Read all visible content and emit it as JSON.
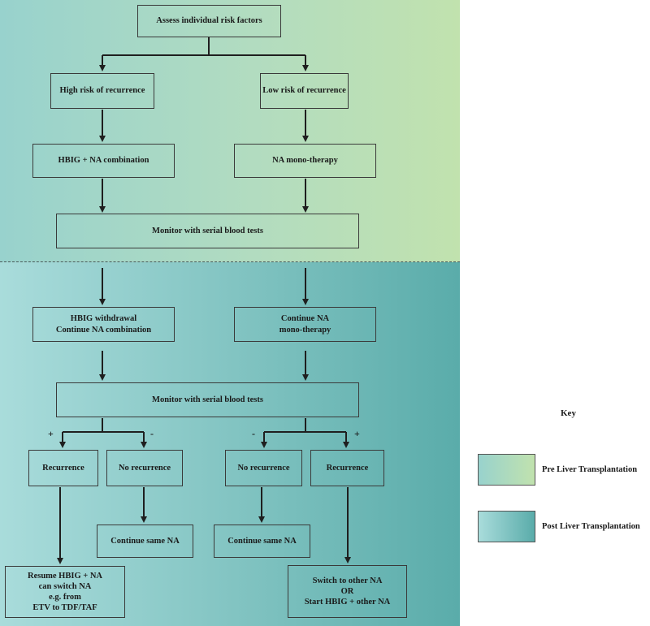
{
  "boxes": {
    "assess": "Assess individual risk factors",
    "high_risk": "High risk of recurrence",
    "low_risk": "Low risk of recurrence",
    "hbig_na": "HBIG + NA combination",
    "na_mono": "NA mono-therapy",
    "monitor_pre": "Monitor with serial blood tests",
    "hbig_withdrawal": "HBIG withdrawal\nContinue NA combination",
    "continue_na": "Continue NA\nmono-therapy",
    "monitor_post": "Monitor with serial blood tests",
    "recurrence_left": "Recurrence",
    "no_recurrence_left": "No recurrence",
    "no_recurrence_right": "No recurrence",
    "recurrence_right": "Recurrence",
    "continue_same_left": "Continue same NA",
    "continue_same_right": "Continue same NA",
    "resume": "Resume HBIG + NA\ncan switch NA\ne.g. from\nETV to TDF/TAF",
    "switch": "Switch to other NA\nOR\nStart HBIG + other NA"
  },
  "signs": {
    "left_plus": "+",
    "left_minus": "-",
    "right_minus": "-",
    "right_plus": "+"
  },
  "key": {
    "title": "Key",
    "pre_label": "Pre Liver Transplantation",
    "post_label": "Post Liver Transplantation",
    "pre_colors": [
      "#98d2cd",
      "#c1e2ae"
    ],
    "post_colors": [
      "#a9dcdb",
      "#5aacaa"
    ]
  }
}
